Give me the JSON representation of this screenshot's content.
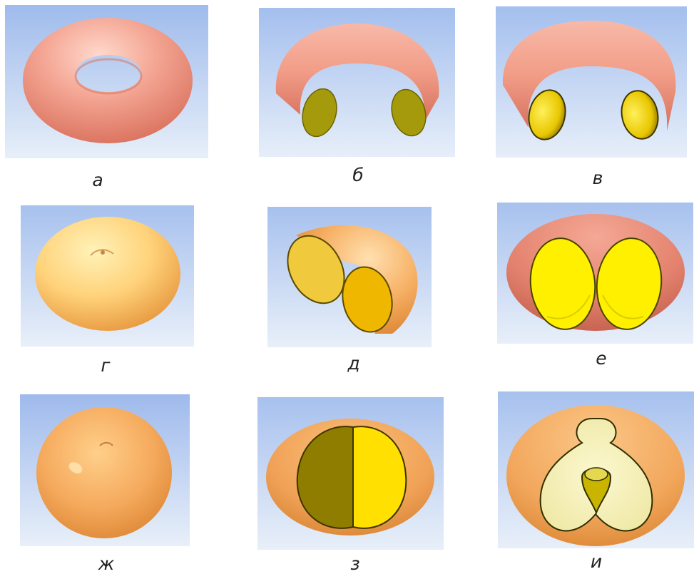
{
  "figures": [
    {
      "id": "a",
      "caption": "а"
    },
    {
      "id": "b",
      "caption": "б"
    },
    {
      "id": "v",
      "caption": "в"
    },
    {
      "id": "g",
      "caption": "г"
    },
    {
      "id": "d",
      "caption": "д"
    },
    {
      "id": "e",
      "caption": "е"
    },
    {
      "id": "zh",
      "caption": "ж"
    },
    {
      "id": "z",
      "caption": "з"
    },
    {
      "id": "i",
      "caption": "и"
    }
  ],
  "colors": {
    "background_top": "#a9c3ee",
    "background_bottom": "#e3edf9",
    "torus_pink": "#f09a88",
    "torus_orange": "#f7b366",
    "torus_yellow": "#ffd88a",
    "section_olive": "#a39a08",
    "section_yellow": "#f2e400",
    "section_dark_olive": "#8a7400",
    "section_light_yellow": "#f8f3b4"
  }
}
